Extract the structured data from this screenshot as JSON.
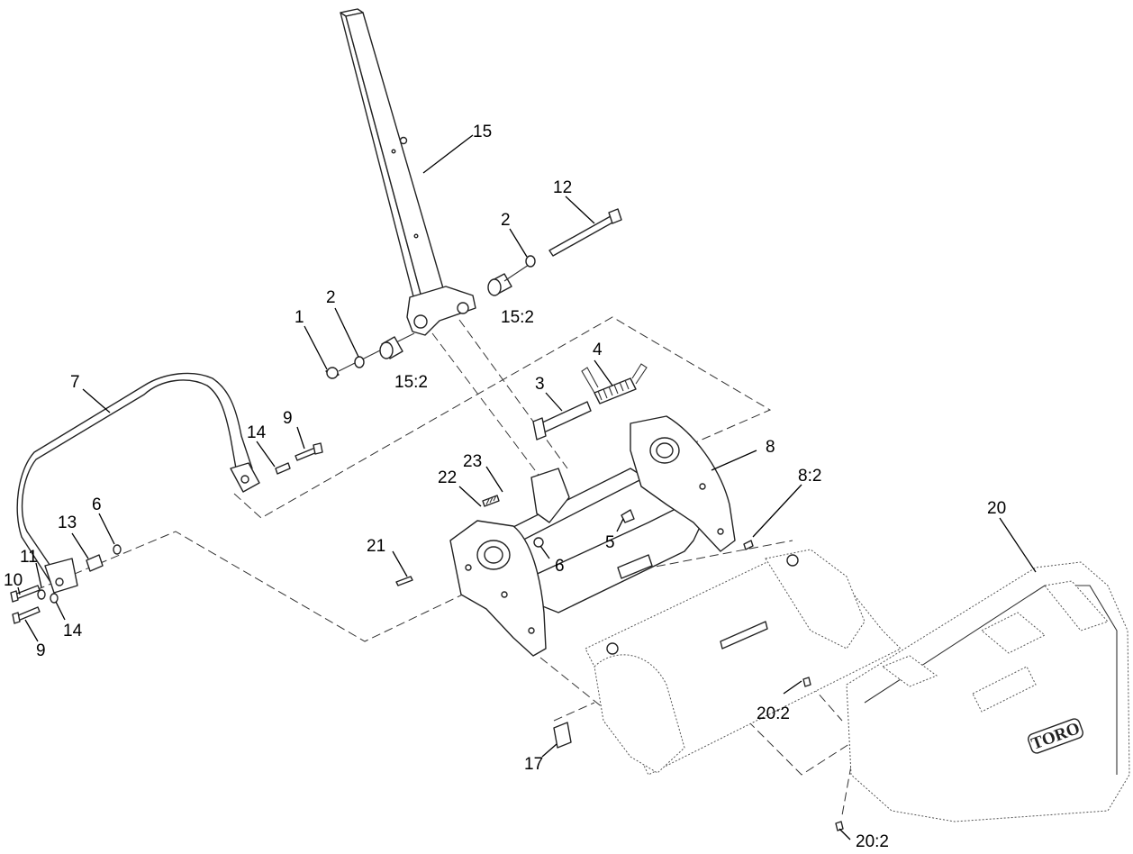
{
  "callouts": {
    "c1": "1",
    "c2a": "2",
    "c2b": "2",
    "c3": "3",
    "c4": "4",
    "c5": "5",
    "c6a": "6",
    "c6b": "6",
    "c7": "7",
    "c8": "8",
    "c8_2": "8:2",
    "c9a": "9",
    "c9b": "9",
    "c10": "10",
    "c11": "11",
    "c12": "12",
    "c13": "13",
    "c14a": "14",
    "c14b": "14",
    "c15": "15",
    "c15_2a": "15:2",
    "c15_2b": "15:2",
    "c17": "17",
    "c20": "20",
    "c20_2a": "20:2",
    "c20_2b": "20:2",
    "c21": "21",
    "c22": "22",
    "c23": "23"
  },
  "brand": {
    "logo": "TORO"
  },
  "colors": {
    "line": "#222222",
    "background": "#ffffff"
  }
}
